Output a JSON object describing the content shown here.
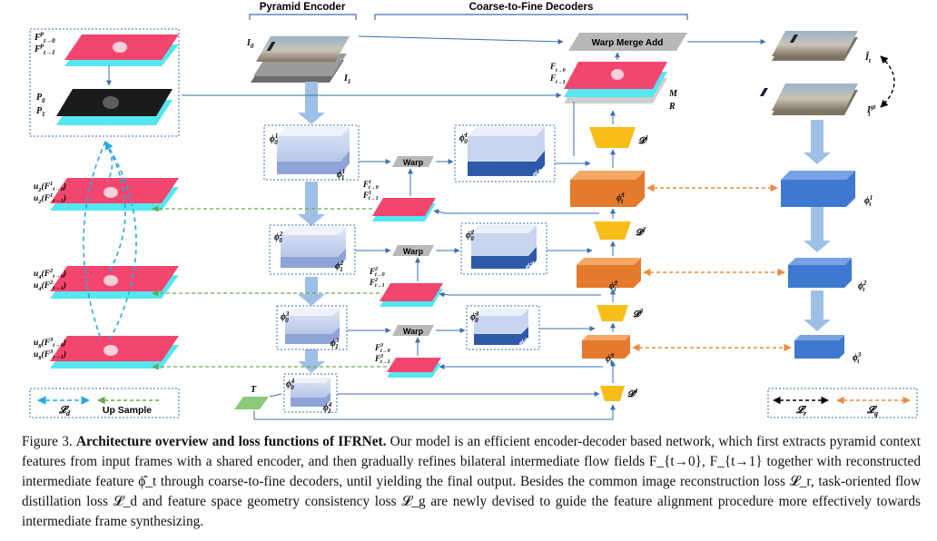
{
  "headers": {
    "encoder": "Pyramid Encoder",
    "decoders": "Coarse-to-Fine Decoders"
  },
  "warp_merge": "Warp Merge Add",
  "warp": "Warp",
  "up_sample": "Up Sample",
  "labels": {
    "I0": "I",
    "I0_sub": "0",
    "I1": "I",
    "I1_sub": "1",
    "It_hat": "Î",
    "It_hat_sub": "t",
    "It_gt": "I",
    "It_gt_sup": "gt",
    "It_gt_sub": "t",
    "M": "M",
    "R": "R",
    "T": "T",
    "P0": "P",
    "P0_sub": "0",
    "P1": "P",
    "P1_sub": "1",
    "D1": "𝓓",
    "D1_sup": "1",
    "D2": "𝓓",
    "D2_sup": "2",
    "D3": "𝓓",
    "D3_sup": "3",
    "D4": "𝓓",
    "D4_sup": "4",
    "Ld": "𝓛",
    "Ld_sub": "d",
    "Lr": "𝓛",
    "Lr_sub": "r",
    "Lg": "𝓛",
    "Lg_sub": "g",
    "phi": "ϕ",
    "phi_bar": "ϕ̄",
    "phi_hat": "ϕ̂",
    "F": "F",
    "F0_sub": "t→0",
    "F1_sub": "t→1",
    "u2": "u",
    "u2_sub": "2",
    "u4": "u",
    "u4_sub": "4",
    "u8": "u",
    "u8_sub": "8"
  },
  "caption": {
    "prefix": "Figure 3.",
    "title": "Architecture overview and loss functions of IFRNet.",
    "text": "Our model is an efficient encoder-decoder based network, which first extracts pyramid context features from input frames with a shared encoder, and then gradually refines bilateral intermediate flow fields F_{t→0}, F_{t→1} together with reconstructed intermediate feature ϕ̂_t through coarse-to-fine decoders, until yielding the final output. Besides the common image reconstruction loss 𝓛_r, task-oriented flow distillation loss 𝓛_d and feature space geometry consistency loss 𝓛_g are newly devised to guide the feature alignment procedure more effectively towards intermediate frame synthesizing."
  },
  "colors": {
    "flow_pink": "#f2466e",
    "cyan": "#55e6f0",
    "orange": "#f08a3c",
    "yellow": "#f7be1a",
    "blue_feat": "#3f78d0",
    "pale_blue": "#b7c7ea",
    "arrow_blue": "#9fc0e6",
    "line_blue": "#4a7ec0",
    "green": "#8cc97a"
  }
}
